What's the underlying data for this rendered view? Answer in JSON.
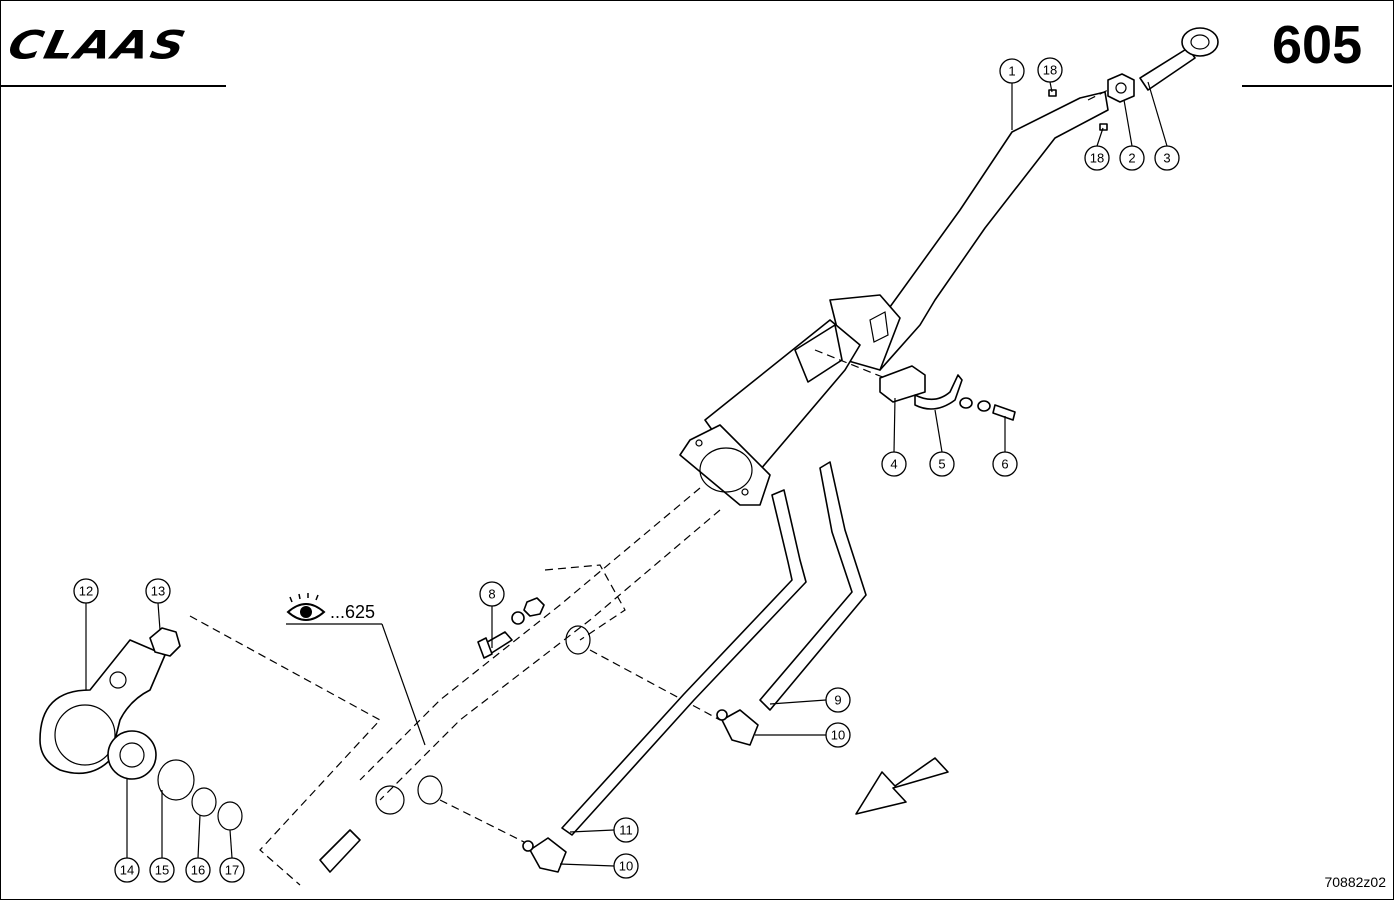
{
  "header": {
    "brand": "CLAAS",
    "page_number": "605"
  },
  "footer": {
    "drawing_code": "70882z02"
  },
  "reference": {
    "label": "...625",
    "icon": "eye-icon"
  },
  "callouts": [
    {
      "id": "c1",
      "label": "1"
    },
    {
      "id": "c2",
      "label": "2"
    },
    {
      "id": "c3",
      "label": "3"
    },
    {
      "id": "c4",
      "label": "4"
    },
    {
      "id": "c5",
      "label": "5"
    },
    {
      "id": "c6",
      "label": "6"
    },
    {
      "id": "c8",
      "label": "8"
    },
    {
      "id": "c9",
      "label": "9"
    },
    {
      "id": "c10a",
      "label": "10"
    },
    {
      "id": "c10b",
      "label": "10"
    },
    {
      "id": "c11",
      "label": "11"
    },
    {
      "id": "c12",
      "label": "12"
    },
    {
      "id": "c13",
      "label": "13"
    },
    {
      "id": "c14",
      "label": "14"
    },
    {
      "id": "c15",
      "label": "15"
    },
    {
      "id": "c16",
      "label": "16"
    },
    {
      "id": "c17",
      "label": "17"
    },
    {
      "id": "c18a",
      "label": "18"
    },
    {
      "id": "c18b",
      "label": "18"
    }
  ],
  "colors": {
    "line": "#000000",
    "background": "#ffffff"
  }
}
